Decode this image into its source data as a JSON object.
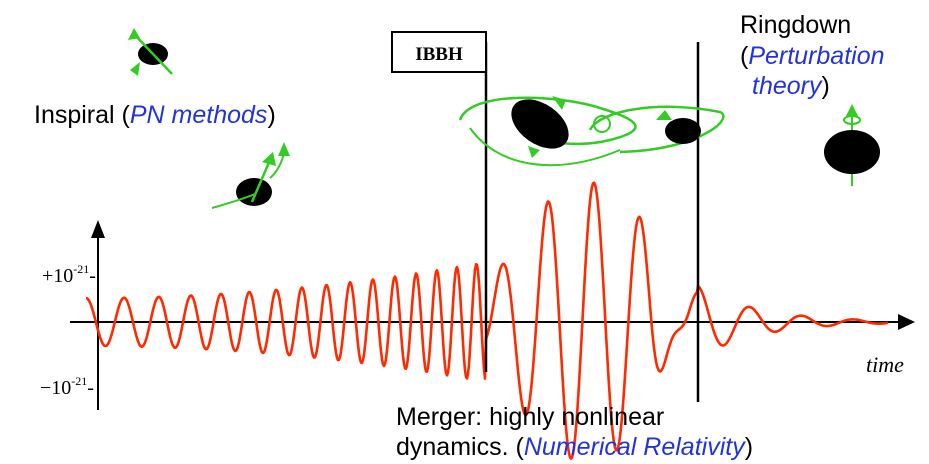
{
  "colors": {
    "wave": "#ff2a00",
    "spin": "#33cc22",
    "method": "#2233dd",
    "ink": "#000000"
  },
  "labels": {
    "inspiral": {
      "prefix": "Inspiral (",
      "method": "PN methods",
      "suffix": ")"
    },
    "ringdown": {
      "title": "Ringdown",
      "open": "(",
      "method_line1": "Perturbation",
      "method_line2": "theory",
      "close": ")"
    },
    "ibbh": "IBBH",
    "merger": {
      "line1": "Merger: highly nonlinear",
      "line2_prefix": "dynamics. (",
      "method": "Numerical Relativity",
      "line2_suffix": ")"
    }
  },
  "axes": {
    "x_label": "time",
    "y_ticks": [
      {
        "base": "+10",
        "exp": "-21"
      },
      {
        "base": "−10",
        "exp": "-21"
      }
    ]
  },
  "icons": [
    "black-hole-icon",
    "spin-arrow-icon",
    "orbit-arrow-icon"
  ]
}
